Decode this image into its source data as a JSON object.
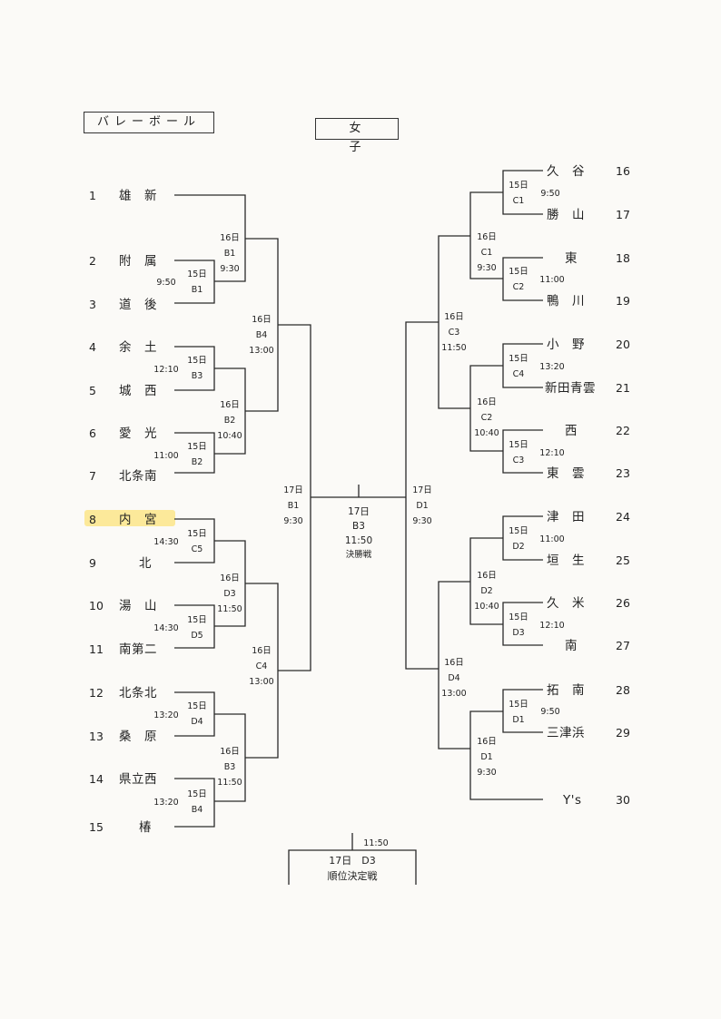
{
  "header": {
    "sport": "バレーボール",
    "division": "女　子"
  },
  "left_teams": [
    {
      "num": "1",
      "name": "雄　新"
    },
    {
      "num": "2",
      "name": "附　属"
    },
    {
      "num": "3",
      "name": "道　後"
    },
    {
      "num": "4",
      "name": "余　土"
    },
    {
      "num": "5",
      "name": "城　西"
    },
    {
      "num": "6",
      "name": "愛　光"
    },
    {
      "num": "7",
      "name": "北条南"
    },
    {
      "num": "8",
      "name": "内　宮"
    },
    {
      "num": "9",
      "name": "北"
    },
    {
      "num": "10",
      "name": "湯　山"
    },
    {
      "num": "11",
      "name": "南第二"
    },
    {
      "num": "12",
      "name": "北条北"
    },
    {
      "num": "13",
      "name": "桑　原"
    },
    {
      "num": "14",
      "name": "県立西"
    },
    {
      "num": "15",
      "name": "椿"
    }
  ],
  "right_teams": [
    {
      "num": "16",
      "name": "久　谷"
    },
    {
      "num": "17",
      "name": "勝　山"
    },
    {
      "num": "18",
      "name": "東"
    },
    {
      "num": "19",
      "name": "鴨　川"
    },
    {
      "num": "20",
      "name": "小　野"
    },
    {
      "num": "21",
      "name": "新田青雲"
    },
    {
      "num": "22",
      "name": "西"
    },
    {
      "num": "23",
      "name": "東　雲"
    },
    {
      "num": "24",
      "name": "津　田"
    },
    {
      "num": "25",
      "name": "垣　生"
    },
    {
      "num": "26",
      "name": "久　米"
    },
    {
      "num": "27",
      "name": "南"
    },
    {
      "num": "28",
      "name": "拓　南"
    },
    {
      "num": "29",
      "name": "三津浜"
    },
    {
      "num": "30",
      "name": "Y's"
    }
  ],
  "matches": {
    "b1_r1": {
      "day": "15日",
      "code": "B1",
      "time": "9:50"
    },
    "b3_r1": {
      "day": "15日",
      "code": "B3",
      "time": "12:10"
    },
    "b2_r1": {
      "day": "15日",
      "code": "B2",
      "time": "11:00"
    },
    "c5_r1": {
      "day": "15日",
      "code": "C5",
      "time": "14:30"
    },
    "d5_r1": {
      "day": "15日",
      "code": "D5",
      "time": "14:30"
    },
    "d4_r1": {
      "day": "15日",
      "code": "D4",
      "time": "13:20"
    },
    "b4_r1": {
      "day": "15日",
      "code": "B4",
      "time": "13:20"
    },
    "b1_r2": {
      "day": "16日",
      "code": "B1",
      "time": "9:30"
    },
    "b2_r2": {
      "day": "16日",
      "code": "B2",
      "time": "10:40"
    },
    "d3_r2": {
      "day": "16日",
      "code": "D3",
      "time": "11:50"
    },
    "b3_r2": {
      "day": "16日",
      "code": "B3",
      "time": "11:50"
    },
    "b4_r3": {
      "day": "16日",
      "code": "B4",
      "time": "13:00"
    },
    "c4_r3": {
      "day": "16日",
      "code": "C4",
      "time": "13:00"
    },
    "b1_sf": {
      "day": "17日",
      "code": "B1",
      "time": "9:30"
    },
    "c1_r1": {
      "day": "15日",
      "code": "C1",
      "time": "9:50"
    },
    "c2_r1": {
      "day": "15日",
      "code": "C2",
      "time": "11:00"
    },
    "c4_r1": {
      "day": "15日",
      "code": "C4",
      "time": "13:20"
    },
    "c3_r1": {
      "day": "15日",
      "code": "C3",
      "time": "12:10"
    },
    "d2_r1": {
      "day": "15日",
      "code": "D2",
      "time": "11:00"
    },
    "d3_r1": {
      "day": "15日",
      "code": "D3",
      "time": "12:10"
    },
    "d1_r1": {
      "day": "15日",
      "code": "D1",
      "time": "9:50"
    },
    "c1_r2": {
      "day": "16日",
      "code": "C1",
      "time": "9:30"
    },
    "c2_r2": {
      "day": "16日",
      "code": "C2",
      "time": "10:40"
    },
    "d2_r2": {
      "day": "16日",
      "code": "D2",
      "time": "10:40"
    },
    "d1_r2": {
      "day": "16日",
      "code": "D1",
      "time": "9:30"
    },
    "c3_r3": {
      "day": "16日",
      "code": "C3",
      "time": "11:50"
    },
    "d4_r3": {
      "day": "16日",
      "code": "D4",
      "time": "13:00"
    },
    "d1_sf": {
      "day": "17日",
      "code": "D1",
      "time": "9:30"
    }
  },
  "final": {
    "day": "17日",
    "code": "B3",
    "time": "11:50",
    "label": "決勝戦"
  },
  "third_place": {
    "time": "11:50",
    "day_code": "17日　D3",
    "label": "順位決定戦"
  }
}
